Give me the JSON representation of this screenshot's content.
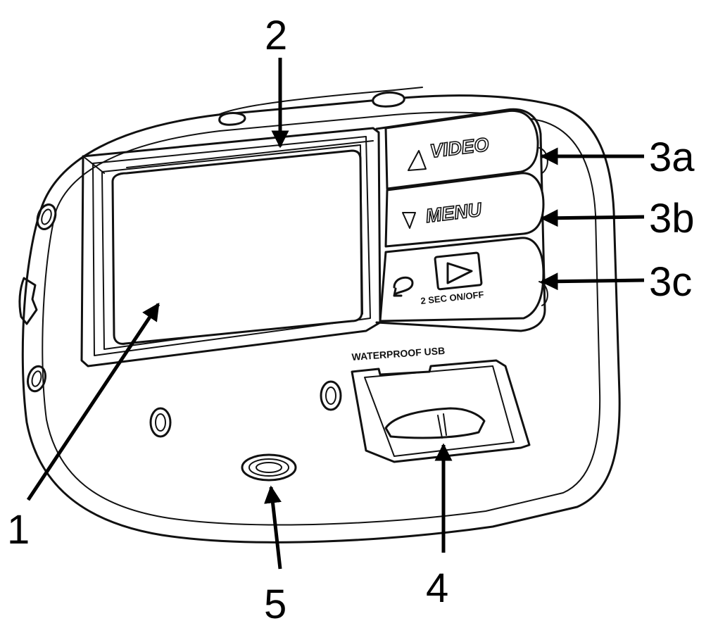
{
  "diagram": {
    "buttons": {
      "video_label": "VIDEO",
      "menu_label": "MENU",
      "power_caption": "2 SEC ON/OFF"
    },
    "port_label": "WATERPROOF USB",
    "callouts": {
      "c1": "1",
      "c2": "2",
      "c3a": "3a",
      "c3b": "3b",
      "c3c": "3c",
      "c4": "4",
      "c5": "5"
    },
    "icons": {
      "up": "triangle-up-icon",
      "down": "triangle-down-icon",
      "back": "return-arrow-icon",
      "play": "play-icon"
    }
  }
}
